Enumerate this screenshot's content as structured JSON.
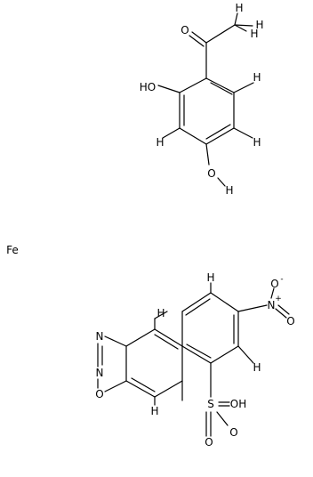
{
  "molecules": {
    "resacetophenone": {
      "atoms": {
        "O_ketone": "O",
        "H_methyl_1": "H",
        "H_methyl_2": "H",
        "H_methyl_3": "H",
        "OH_ortho": "HO",
        "H_ring_1": "H",
        "H_ring_2": "H",
        "H_ring_3": "H",
        "OH_para_O": "O",
        "OH_para_H": "H"
      }
    },
    "iron": {
      "label": "Fe"
    },
    "benzoxadiazole_sulfonic_acid": {
      "atoms": {
        "H_top": "H",
        "H_left": "H",
        "N_nitro": "N",
        "N_nitro_plus": "+",
        "O_nitro_1": "O",
        "O_nitro_1_minus": "-",
        "O_nitro_2": "O",
        "H_ring_right": "H",
        "N_1": "N",
        "N_2": "N",
        "O_ring": "O",
        "H_bottom": "H",
        "S": "S",
        "O_sulfonyl_1": "O",
        "O_sulfonyl_2": "O",
        "OH_sulfonic": "OH"
      }
    }
  }
}
